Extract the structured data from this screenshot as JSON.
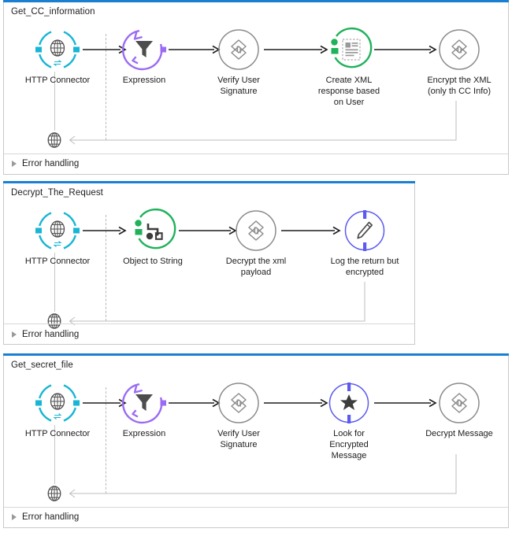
{
  "theme": {
    "panel_top_border": "#1b7fd1",
    "panel_border": "#c9c9c9",
    "http_ring": "#18b5d4",
    "expression_ring": "#9b6cf2",
    "green_ring": "#1fb25a",
    "blue_ring": "#5b5bf0",
    "grey_ring": "#8c8c8c",
    "icon_grey": "#5b5b5b",
    "arrow": "#1d1d1d",
    "return_line": "#bdbdbd"
  },
  "flows": [
    {
      "title": "Get_CC_information",
      "error_handling": {
        "label": "Error handling",
        "icon": "triangle-right-icon",
        "expanded": false
      },
      "source_icon": "globe-icon",
      "return_icon": "globe-icon",
      "nodes": [
        {
          "label": "HTTP Connector",
          "icon": "globe-icon",
          "style": "http"
        },
        {
          "label": "Expression",
          "icon": "funnel-icon",
          "style": "expression"
        },
        {
          "label": "Verify User\nSignature",
          "icon": "transform-icon",
          "style": "grey"
        },
        {
          "label": "Create XML\nresponse based\non User",
          "icon": "document-list-icon",
          "style": "green-doc"
        },
        {
          "label": "Encrypt the XML\n(only th CC Info)",
          "icon": "transform-icon",
          "style": "grey"
        }
      ]
    },
    {
      "title": "Decrypt_The_Request",
      "error_handling": {
        "label": "Error handling",
        "icon": "triangle-right-icon",
        "expanded": false
      },
      "source_icon": "globe-icon",
      "return_icon": "globe-icon",
      "nodes": [
        {
          "label": "HTTP Connector",
          "icon": "globe-icon",
          "style": "http"
        },
        {
          "label": "Object to String",
          "icon": "object-transform-icon",
          "style": "green-obj"
        },
        {
          "label": "Decrypt the xml\npayload",
          "icon": "transform-icon",
          "style": "grey"
        },
        {
          "label": "Log the return but\nencrypted",
          "icon": "pencil-icon",
          "style": "blue-logger"
        }
      ]
    },
    {
      "title": "Get_secret_file",
      "error_handling": {
        "label": "Error handling",
        "icon": "triangle-right-icon",
        "expanded": false
      },
      "source_icon": "globe-icon",
      "return_icon": "globe-icon",
      "nodes": [
        {
          "label": "HTTP Connector",
          "icon": "globe-icon",
          "style": "http"
        },
        {
          "label": "Expression",
          "icon": "funnel-icon",
          "style": "expression"
        },
        {
          "label": "Verify User\nSignature",
          "icon": "transform-icon",
          "style": "grey"
        },
        {
          "label": "Look for\nEncrypted\nMessage",
          "icon": "star-icon",
          "style": "blue-star"
        },
        {
          "label": "Decrypt Message",
          "icon": "transform-icon",
          "style": "grey"
        }
      ]
    }
  ]
}
